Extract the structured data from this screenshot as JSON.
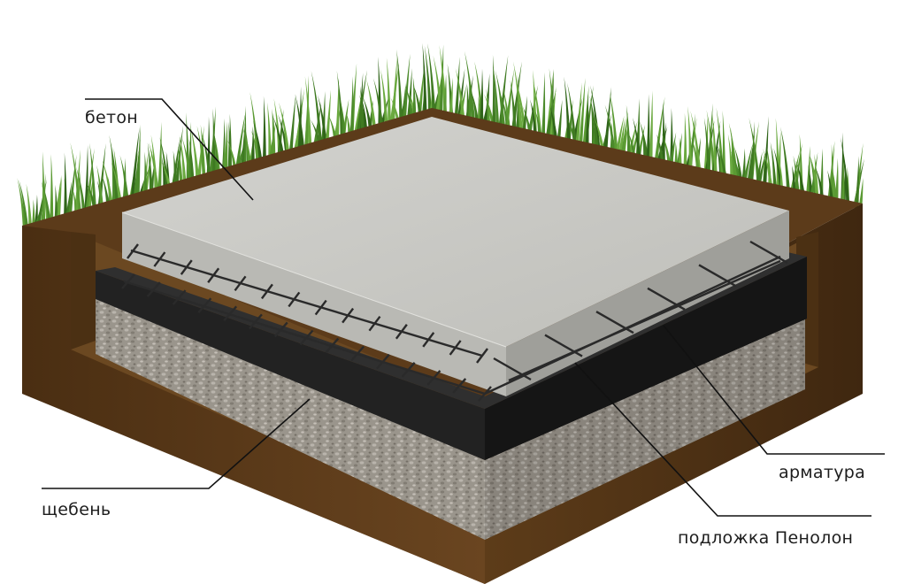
{
  "labels": {
    "concrete": "бетон",
    "gravel": "щебень",
    "rebar": "арматура",
    "underlay": "подложка Пенолон"
  },
  "layers": [
    {
      "name": "concrete",
      "color": "#c9c9c5"
    },
    {
      "name": "rebar",
      "color": "#2b2b2b"
    },
    {
      "name": "underlay",
      "color": "#1e1e1e"
    },
    {
      "name": "gravel",
      "color": "#a9a39a"
    },
    {
      "name": "soil",
      "color": "#5a3a1a"
    },
    {
      "name": "grass",
      "color": "#4f8a2c"
    }
  ]
}
